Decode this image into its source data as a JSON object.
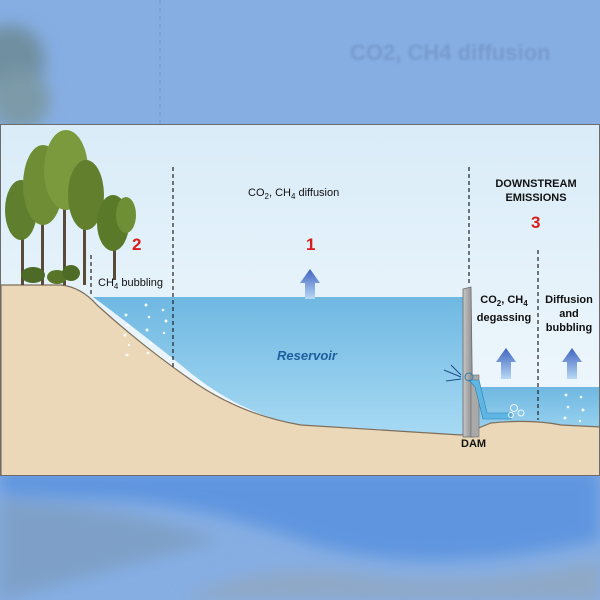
{
  "background": {
    "ghost_text": "CO2, CH4 diffusion"
  },
  "labels": {
    "zone1": {
      "number": "1",
      "co2": "CO",
      "co2_sub": "2",
      "ch4": ", CH",
      "ch4_sub": "4",
      "rest": " diffusion"
    },
    "zone2": {
      "number": "2",
      "ch4": "CH",
      "ch4_sub": "4",
      "rest": " bubbling"
    },
    "zone3": {
      "number": "3",
      "title_line1": "DOWNSTREAM",
      "title_line2": "EMISSIONS"
    },
    "degassing": {
      "co2": "CO",
      "co2_sub": "2",
      "ch4": ", CH",
      "ch4_sub": "4",
      "line2": "degassing"
    },
    "diffusion_bubbling": {
      "line1": "Diffusion",
      "line2": "and",
      "line3": "bubbling"
    },
    "reservoir": "Reservoir",
    "dam": "DAM"
  },
  "colors": {
    "sky": "#e8f3fb",
    "water": "#8cc9ea",
    "water_surface": "#6fb8e2",
    "ground": "#ead8b8",
    "ground_edge": "#7d6e5a",
    "dam": "#9e9e9e",
    "arrow": "#3f72c6",
    "number_red": "#d81c1c"
  }
}
